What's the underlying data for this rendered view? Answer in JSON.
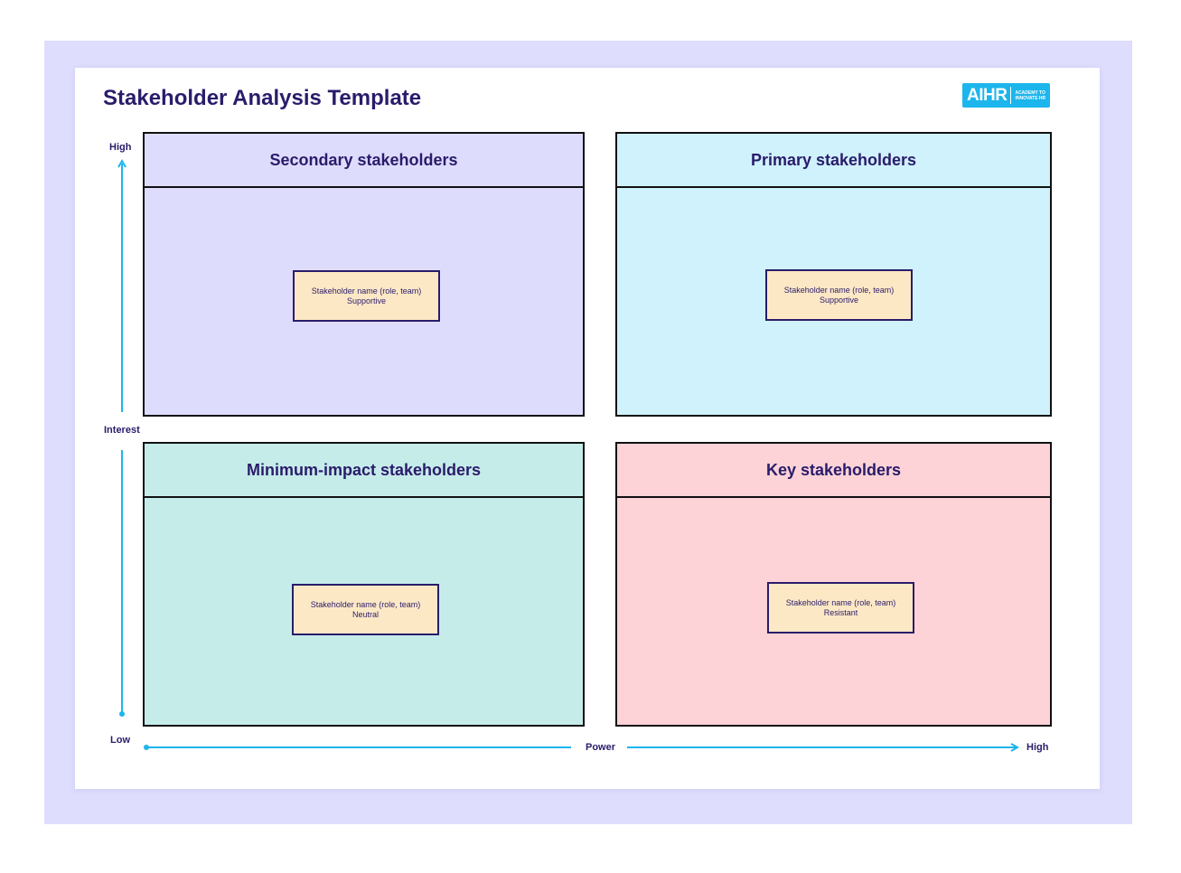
{
  "page_title": "Stakeholder Analysis Template",
  "logo": {
    "text": "AIHR",
    "tagline_line1": "ACADEMY TO",
    "tagline_line2": "INNOVATE HR"
  },
  "axes": {
    "y_label": "Interest",
    "y_high": "High",
    "y_low": "Low",
    "x_label": "Power",
    "x_high": "High"
  },
  "quadrants": [
    {
      "title": "Secondary stakeholders",
      "color": "#dedcfd",
      "card": {
        "line1": "Stakeholder name (role, team)",
        "line2": "Supportive"
      }
    },
    {
      "title": "Primary stakeholders",
      "color": "#cff2fc",
      "card": {
        "line1": "Stakeholder name (role, team)",
        "line2": "Supportive"
      }
    },
    {
      "title": "Minimum-impact stakeholders",
      "color": "#c6ecea",
      "card": {
        "line1": "Stakeholder name (role, team)",
        "line2": "Neutral"
      }
    },
    {
      "title": "Key stakeholders",
      "color": "#fdd3d7",
      "card": {
        "line1": "Stakeholder name (role, team)",
        "line2": "Resistant"
      }
    }
  ],
  "colors": {
    "backdrop": "#deddfd",
    "title_text": "#2a1c6b",
    "axis_line": "#1cb5ec",
    "card_fill": "#fde8c6",
    "logo_fill": "#1cb5ec"
  }
}
